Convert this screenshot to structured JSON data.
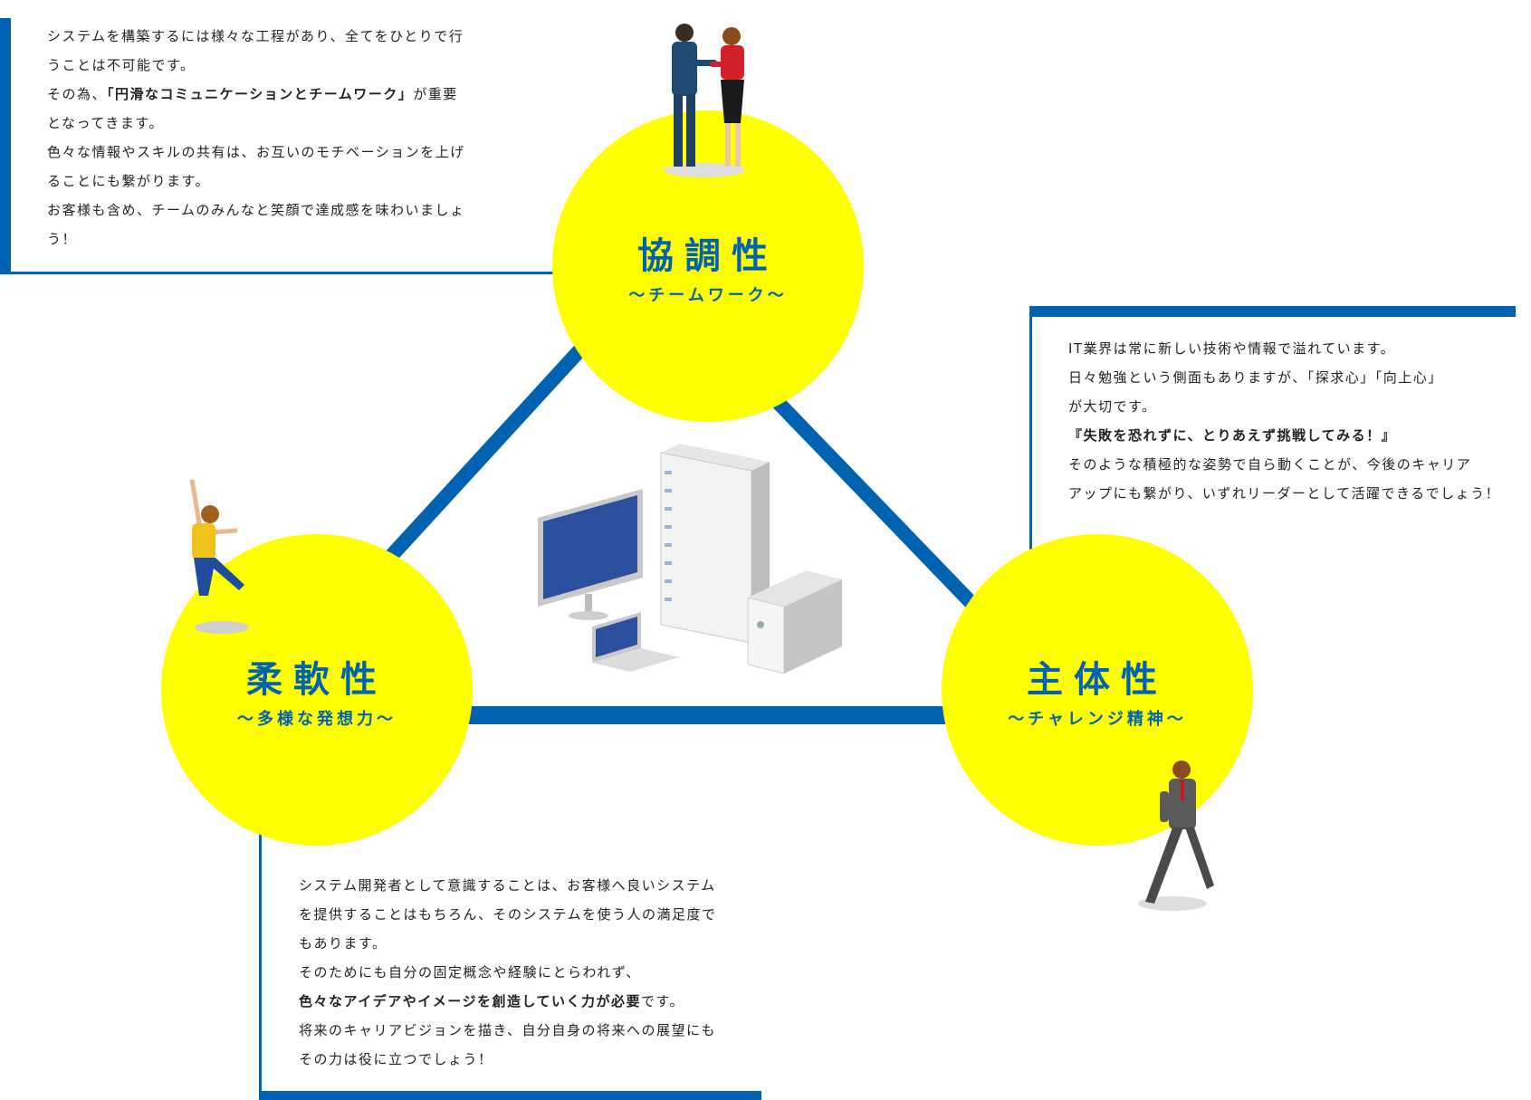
{
  "colors": {
    "accent_blue": "#0063b1",
    "circle_yellow": "#ffff00"
  },
  "teamwork": {
    "title": "協調性",
    "subtitle": "〜チームワーク〜",
    "lines": [
      "システムを構築するには様々な工程があり、全てをひとりで行",
      "うことは不可能です。",
      "その為、",
      "「円滑なコミュニケーションとチームワーク」",
      "が重要",
      "となってきます。",
      "色々な情報やスキルの共有は、お互いのモチベーションを上げ",
      "ることにも繋がります。",
      "お客様も含め、チームのみんなと笑顔で達成感を味わいましょ",
      "う！"
    ]
  },
  "flexibility": {
    "title": "柔軟性",
    "subtitle": "〜多様な発想力〜",
    "lines": [
      "システム開発者として意識することは、お客様へ良いシステム",
      "を提供することはもちろん、そのシステムを使う人の満足度で",
      "もあります。",
      "そのためにも自分の固定概念や経験にとらわれず、",
      "色々なアイデアやイメージを創造していく力が必要",
      "です。",
      "将来のキャリアビジョンを描き、自分自身の将来への展望にも",
      "その力は役に立つでしょう！"
    ]
  },
  "initiative": {
    "title": "主体性",
    "subtitle": "〜チャレンジ精神〜",
    "lines": [
      "IT業界は常に新しい技術や情報で溢れています。",
      "日々勉強という側面もありますが、「探求心」「向上心」",
      "が大切です。",
      "『失敗を恐れずに、とりあえず挑戦してみる！』",
      "そのような積極的な姿勢で自ら動くことが、今後のキャリア",
      "アップにも繋がり、いずれリーダーとして活躍できるでしょう！"
    ]
  },
  "illustrations": {
    "top": "handshake-people-illustration",
    "left": "jumping-woman-illustration",
    "right": "walking-businessman-illustration",
    "center": "computer-server-illustration"
  }
}
